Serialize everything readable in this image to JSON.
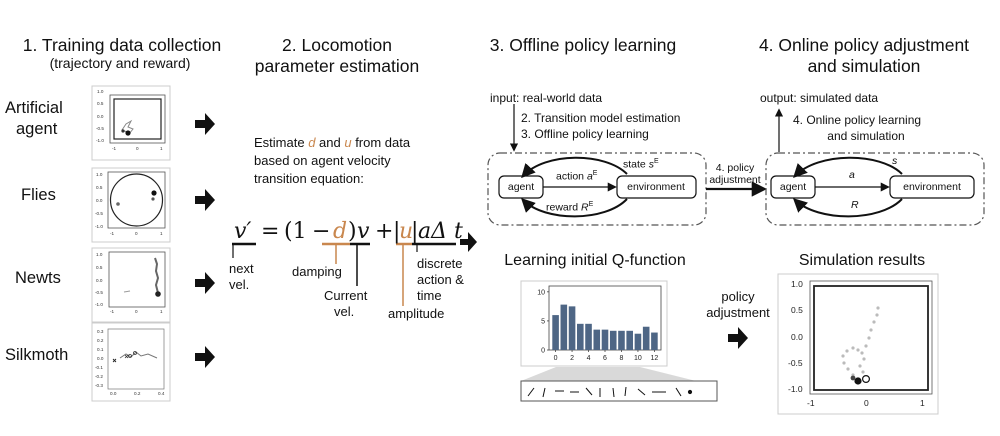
{
  "columns": {
    "c1": {
      "title": "1. Training data collection",
      "subtitle": "(trajectory and reward)"
    },
    "c2": {
      "title_l1": "2. Locomotion",
      "title_l2": "parameter estimation"
    },
    "c3": {
      "title": "3. Offline policy learning"
    },
    "c4": {
      "title_l1": "4. Online policy adjustment",
      "title_l2": "and simulation"
    }
  },
  "agents": [
    {
      "label_l1": "Artificial",
      "label_l2": "agent"
    },
    {
      "label": "Flies"
    },
    {
      "label": "Newts"
    },
    {
      "label": "Silkmoth"
    }
  ],
  "thumb_ticks": {
    "artificial": {
      "y": [
        "1.0",
        "0.5",
        "0.0",
        "-0.5",
        "-1.0"
      ],
      "x": [
        "-1",
        "0",
        "1"
      ]
    },
    "flies": {
      "y": [
        "1.0",
        "0.5",
        "0.0",
        "-0.5",
        "-1.0"
      ],
      "x": [
        "-1",
        "0",
        "1"
      ]
    },
    "newts": {
      "y": [
        "1.0",
        "0.5",
        "0.0",
        "-0.5",
        "-1.0"
      ],
      "x": [
        "-1",
        "0",
        "1"
      ]
    },
    "silkmoth": {
      "y": [
        "0.3",
        "0.2",
        "0.1",
        "0.0",
        "-0.1",
        "-0.2",
        "-0.3"
      ],
      "x": [
        "0.0",
        "0.2",
        "0.4"
      ]
    }
  },
  "estimation": {
    "line1_pre": "Estimate ",
    "d": "d",
    "line1_mid": " and ",
    "u": "u",
    "line1_post": " from data",
    "line2": "based on agent velocity",
    "line3": "transition equation:"
  },
  "equation": {
    "v_prime": "v′",
    "eq": "=",
    "lparen": "(1",
    "minus": "−",
    "d": "d",
    "rparen": ")",
    "v": "v",
    "plus": "+",
    "bar1": "|",
    "u": "u",
    "bar2": "|",
    "a_dt": "aΔ t"
  },
  "eq_labels": {
    "next_l1": "next",
    "next_l2": "vel.",
    "damping": "damping",
    "current_l1": "Current",
    "current_l2": "vel.",
    "discrete_l1": "discrete",
    "discrete_l2": "action &",
    "discrete_l3": "time",
    "amplitude": "amplitude"
  },
  "offline": {
    "input": "input: real-world data",
    "step2": "2. Transition model estimation",
    "step3": "3. Offline policy learning",
    "agent": "agent",
    "environment": "environment",
    "action": "action",
    "action_sym": "a",
    "action_sup": "E",
    "state": "state",
    "state_sym": "s",
    "state_sup": "E",
    "reward": "reward",
    "reward_sym": "R",
    "reward_sup": "E"
  },
  "adjust_top": {
    "l1": "4. policy",
    "l2": "adjustment"
  },
  "online": {
    "output": "output: simulated data",
    "step_l1": "4. Online policy learning",
    "step_l2": "and simulation",
    "agent": "agent",
    "environment": "environment",
    "s": "s",
    "a": "a",
    "R": "R"
  },
  "qfunc": {
    "title": "Learning initial Q-function",
    "yticks": [
      "10",
      "5",
      "0"
    ],
    "xticks": [
      "0",
      "2",
      "4",
      "6",
      "8",
      "10",
      "12"
    ]
  },
  "policy_adjust": {
    "l1": "policy",
    "l2": "adjustment"
  },
  "simulation": {
    "title": "Simulation results",
    "yticks": [
      "1.0",
      "0.5",
      "0.0",
      "-0.5",
      "-1.0"
    ],
    "xticks": [
      "-1",
      "0",
      "1"
    ]
  },
  "chart_data": {
    "type": "bar",
    "categories": [
      0,
      1,
      2,
      3,
      4,
      5,
      6,
      7,
      8,
      9,
      10,
      11,
      12
    ],
    "values": [
      6,
      7.8,
      7.5,
      4.5,
      4.5,
      3.5,
      3.5,
      3.3,
      3.3,
      3.3,
      2.8,
      4,
      3
    ],
    "ylim": [
      0,
      11
    ],
    "xlim": [
      -0.8,
      12.8
    ],
    "color": "#4e6685"
  },
  "colors": {
    "orange": "#c9874e",
    "bar": "#4e6685",
    "line": "#111111"
  }
}
